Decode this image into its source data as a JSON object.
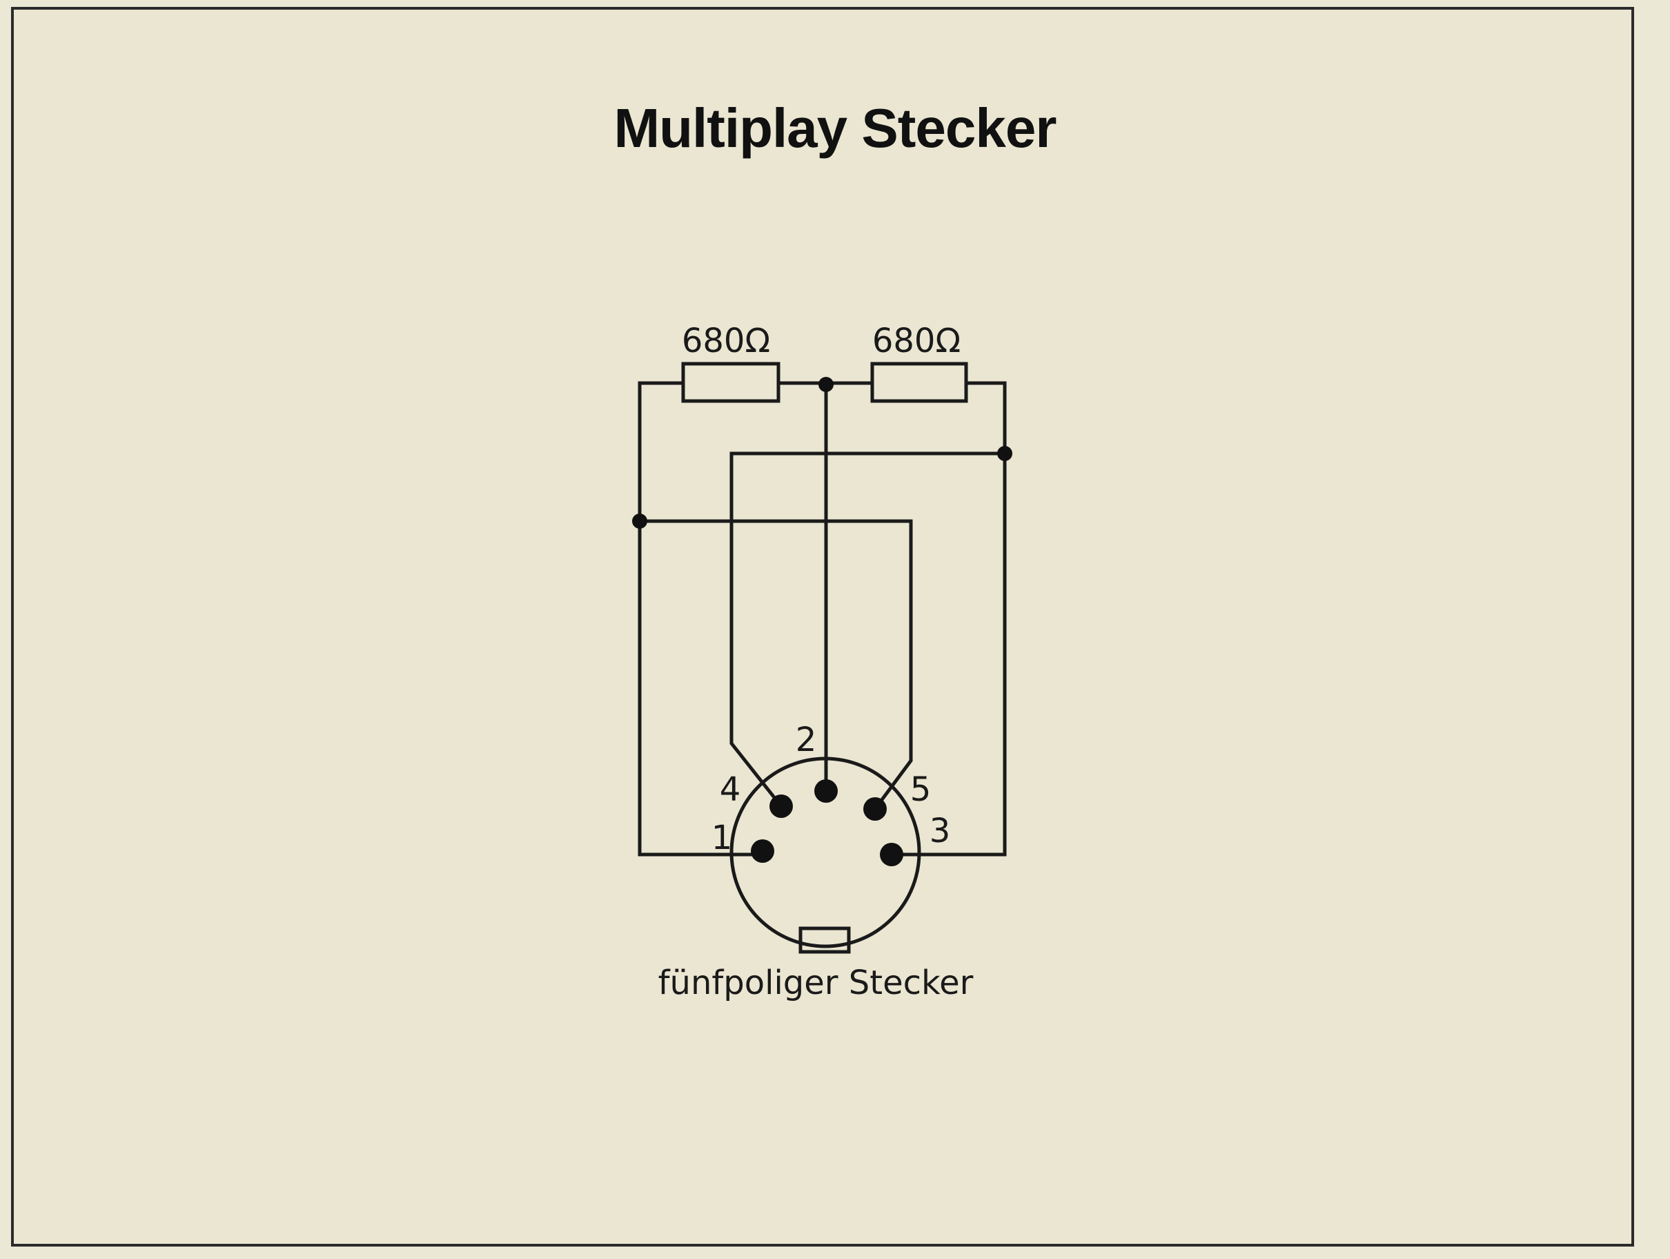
{
  "diagram": {
    "title": "Multiplay Stecker",
    "resistor_left_label": "680Ω",
    "resistor_right_label": "680Ω",
    "connector_label": "fünfpoliger Stecker",
    "pin_labels": {
      "pin1": "1",
      "pin2": "2",
      "pin3": "3",
      "pin4": "4",
      "pin5": "5"
    }
  }
}
